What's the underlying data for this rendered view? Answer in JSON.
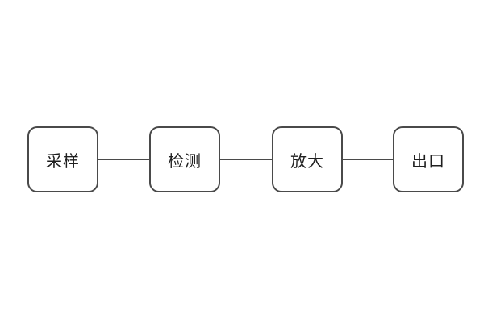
{
  "diagram": {
    "type": "flowchart",
    "direction": "left-to-right",
    "nodes": [
      {
        "id": "sampling",
        "label": "采样"
      },
      {
        "id": "detection",
        "label": "检测"
      },
      {
        "id": "amplification",
        "label": "放大"
      },
      {
        "id": "exit",
        "label": "出口"
      }
    ],
    "connections": [
      {
        "from": "采样",
        "to": "检测"
      },
      {
        "from": "检测",
        "to": "放大"
      },
      {
        "from": "放大",
        "to": "出口"
      }
    ],
    "colors": {
      "background": "#ffffff",
      "node_fill": "#ffffff",
      "node_border": "#4a4a4a",
      "connector": "#4a4a4a",
      "text": "#1f1f1f"
    }
  }
}
